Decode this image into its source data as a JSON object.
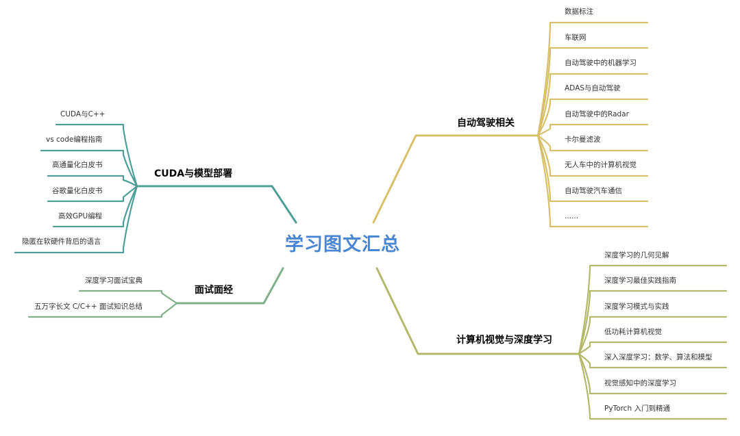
{
  "center": {
    "title": "学习图文汇总"
  },
  "branches": {
    "autonomous": {
      "title": "自动驾驶相关",
      "color": "#d8bf6a",
      "items": [
        "数据标注",
        "车联网",
        "自动驾驶中的机器学习",
        "ADAS与自动驾驶",
        "自动驾驶中的Radar",
        "卡尔曼滤波",
        "无人车中的计算机视觉",
        "自动驾驶汽车通信",
        "......"
      ]
    },
    "cv": {
      "title": "计算机视觉与深度学习",
      "color": "#b4b86a",
      "items": [
        "深度学习的几何见解",
        "深度学习最佳实践指南",
        "深度学习模式与实践",
        "低功耗计算机视觉",
        "深入深度学习：数学、算法和模型",
        "视觉感知中的深度学习",
        "PyTorch 入门到精通"
      ]
    },
    "cuda": {
      "title": "CUDA与模型部署",
      "color": "#4e9e98",
      "items": [
        "CUDA与C++",
        "vs code编程指南",
        "高通量化白皮书",
        "谷歌量化白皮书",
        "高效GPU编程",
        "隐匿在软硬件背后的语言"
      ]
    },
    "interview": {
      "title": "面试面经",
      "color": "#7eb08a",
      "items": [
        "深度学习面试宝典",
        "五万字长文 C/C++ 面试知识总结"
      ]
    }
  }
}
